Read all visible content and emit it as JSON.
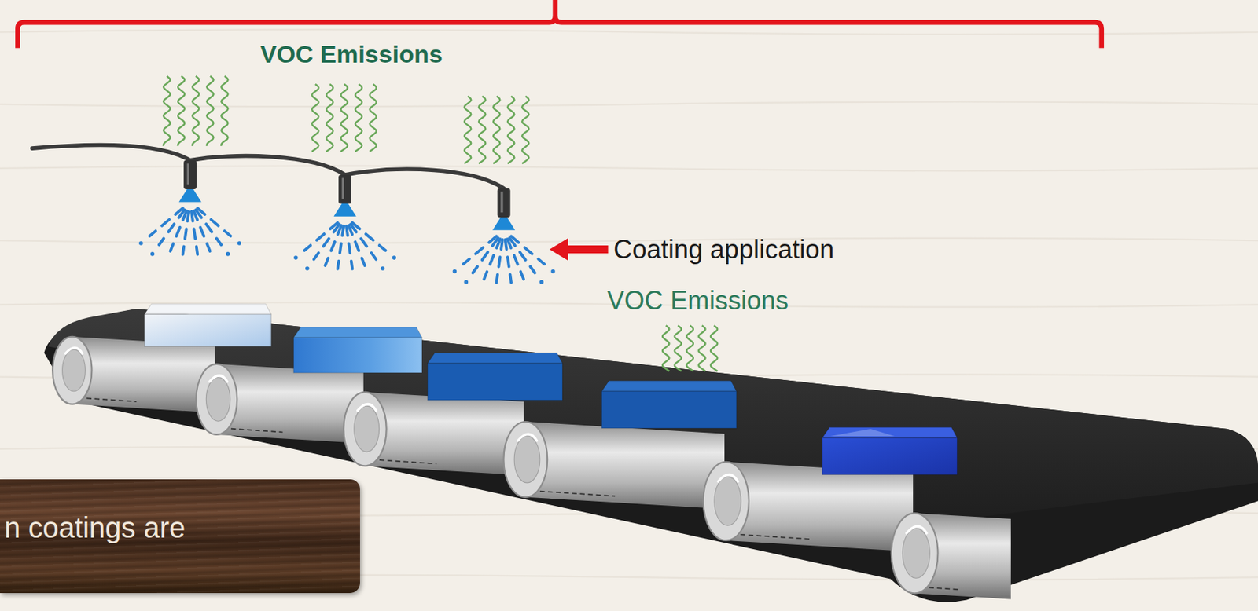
{
  "diagram": {
    "nodes": [
      {
        "text": [
          "n coatings are"
        ]
      }
    ],
    "labels": [
      "VOC Emissions",
      "Coating application",
      "VOC Emissions"
    ]
  }
}
